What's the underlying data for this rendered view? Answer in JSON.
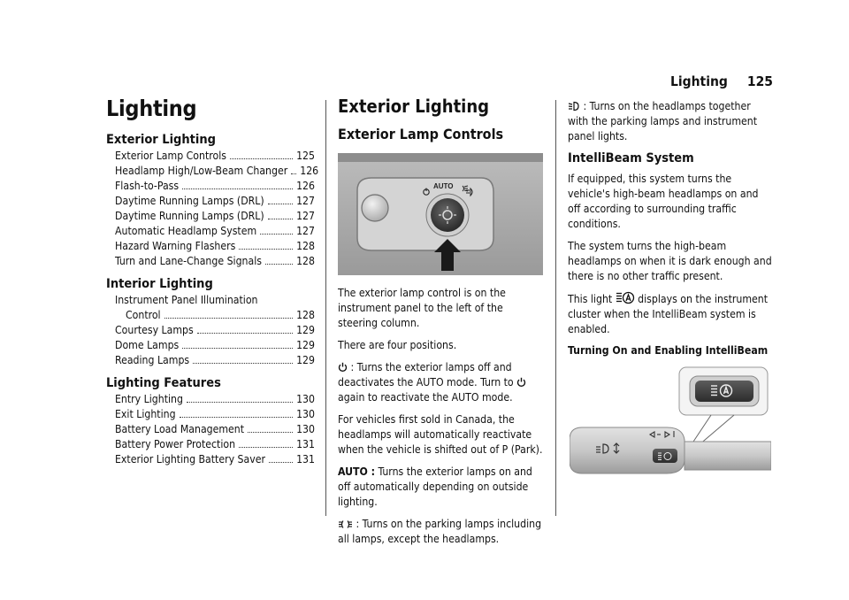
{
  "header": {
    "section": "Lighting",
    "page_number": "125"
  },
  "toc": {
    "title": "Lighting",
    "sections": [
      {
        "title": "Exterior Lighting",
        "entries": [
          {
            "label": "Exterior Lamp Controls",
            "page": "125"
          },
          {
            "label": "Headlamp High/Low-Beam Changer",
            "page": "126"
          },
          {
            "label": "Flash-to-Pass",
            "page": "126"
          },
          {
            "label": "Daytime Running Lamps (DRL)",
            "page": "127"
          },
          {
            "label": "Daytime Running Lamps (DRL)",
            "page": "127"
          },
          {
            "label": "Automatic Headlamp System",
            "page": "127"
          },
          {
            "label": "Hazard Warning Flashers",
            "page": "128"
          },
          {
            "label": "Turn and Lane-Change Signals",
            "page": "128"
          }
        ]
      },
      {
        "title": "Interior Lighting",
        "entries": [
          {
            "label": "Instrument Panel Illumination",
            "label2": "Control",
            "page": "128"
          },
          {
            "label": "Courtesy Lamps",
            "page": "129"
          },
          {
            "label": "Dome Lamps",
            "page": "129"
          },
          {
            "label": "Reading Lamps",
            "page": "129"
          }
        ]
      },
      {
        "title": "Lighting Features",
        "entries": [
          {
            "label": "Entry Lighting",
            "page": "130"
          },
          {
            "label": "Exit Lighting",
            "page": "130"
          },
          {
            "label": "Battery Load Management",
            "page": "130"
          },
          {
            "label": "Battery Power Protection",
            "page": "131"
          },
          {
            "label": "Exterior Lighting Battery Saver",
            "page": "131"
          }
        ]
      }
    ]
  },
  "col2": {
    "title": "Exterior Lighting",
    "subtitle": "Exterior Lamp Controls",
    "figure": {
      "knob_label": "AUTO"
    },
    "p1": "The exterior lamp control is on the instrument panel to the left of the steering column.",
    "p2": "There are four positions.",
    "p3_a": " : Turns the exterior lamps off and deactivates the AUTO mode. Turn to ",
    "p3_b": " again to reactivate the AUTO mode.",
    "p4": "For vehicles first sold in Canada, the headlamps will automatically reactivate when the vehicle is shifted out of P (Park).",
    "p5_label": "AUTO :",
    "p5_text": " Turns the exterior lamps on and off automatically depending on outside lighting.",
    "p6_text": " : Turns on the parking lamps including all lamps, except the headlamps."
  },
  "col3": {
    "p1_text": " : Turns on the headlamps together with the parking lamps and instrument panel lights.",
    "subtitle": "IntelliBeam System",
    "p2": "If equipped, this system turns the vehicle's high-beam headlamps on and off according to surrounding traffic conditions.",
    "p3": "The system turns the high-beam headlamps on when it is dark enough and there is no other traffic present.",
    "p4_a": "This light ",
    "p4_b": " displays on the instrument cluster when the IntelliBeam system is enabled.",
    "p5": "Turning On and Enabling IntelliBeam"
  }
}
